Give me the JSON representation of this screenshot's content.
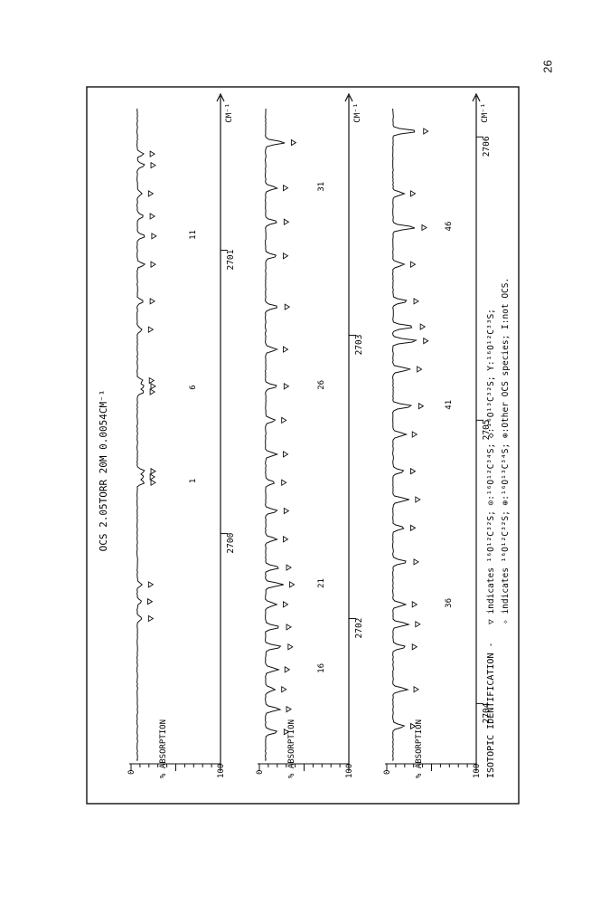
{
  "page": {
    "number": "26"
  },
  "header": {
    "title": "OCS   2.05TORR   20M   0.0054CM⁻¹"
  },
  "legend": {
    "heading": "ISOTOPIC IDENTIFICATION -",
    "line1": "▽ indicates ¹⁶O¹²C³²S;   ⊙:¹⁶O¹²C³⁴S;   ◇:¹⁶O¹³C³²S;   Y:¹⁶O¹²C³³S;",
    "line2": "✧ indicates ¹⁶O¹²C³²S;   ⊕:¹⁶O¹³C³⁴S;   ⊕:Other OCS species;   I:not OCS."
  },
  "axis": {
    "unit": "CM⁻¹",
    "ylabel": "% ABSORPTION",
    "ytick_min": "0",
    "ytick_max": "100"
  },
  "chart_data": [
    {
      "type": "line",
      "panel": "top",
      "xlabel": "CM⁻¹",
      "ylabel": "% ABSORPTION",
      "ylim": [
        0,
        100
      ],
      "ticks": [
        {
          "x": 2700,
          "label": "2700"
        },
        {
          "x": 2701,
          "label": "2701"
        }
      ],
      "xlim": [
        2699.2,
        2701.5
      ],
      "peaks": [
        {
          "x": 2699.7,
          "y": 6
        },
        {
          "x": 2699.76,
          "y": 5
        },
        {
          "x": 2699.82,
          "y": 6
        },
        {
          "x": 2700.18,
          "y": 9
        },
        {
          "x": 2700.2,
          "y": 8
        },
        {
          "x": 2700.22,
          "y": 9
        },
        {
          "x": 2700.5,
          "y": 8
        },
        {
          "x": 2700.52,
          "y": 9
        },
        {
          "x": 2700.54,
          "y": 7
        },
        {
          "x": 2700.72,
          "y": 6
        },
        {
          "x": 2700.82,
          "y": 8
        },
        {
          "x": 2700.95,
          "y": 9
        },
        {
          "x": 2701.05,
          "y": 10
        },
        {
          "x": 2701.12,
          "y": 8
        },
        {
          "x": 2701.2,
          "y": 6
        },
        {
          "x": 2701.3,
          "y": 9
        },
        {
          "x": 2701.34,
          "y": 8
        }
      ],
      "line_labels": [
        {
          "x": 2700.19,
          "label": "1"
        },
        {
          "x": 2700.52,
          "label": "6"
        },
        {
          "x": 2701.05,
          "label": "11"
        }
      ]
    },
    {
      "type": "line",
      "panel": "middle",
      "xlabel": "CM⁻¹",
      "ylabel": "% ABSORPTION",
      "ylim": [
        0,
        100
      ],
      "ticks": [
        {
          "x": 2702,
          "label": "2702"
        },
        {
          "x": 2703,
          "label": "2703"
        }
      ],
      "xlim": [
        2701.5,
        2703.8
      ],
      "peaks": [
        {
          "x": 2701.6,
          "y": 15
        },
        {
          "x": 2701.68,
          "y": 18
        },
        {
          "x": 2701.75,
          "y": 12
        },
        {
          "x": 2701.82,
          "y": 16
        },
        {
          "x": 2701.9,
          "y": 20
        },
        {
          "x": 2701.97,
          "y": 18
        },
        {
          "x": 2702.05,
          "y": 14
        },
        {
          "x": 2702.12,
          "y": 22
        },
        {
          "x": 2702.18,
          "y": 18
        },
        {
          "x": 2702.28,
          "y": 14
        },
        {
          "x": 2702.38,
          "y": 15
        },
        {
          "x": 2702.48,
          "y": 12
        },
        {
          "x": 2702.58,
          "y": 14
        },
        {
          "x": 2702.7,
          "y": 12
        },
        {
          "x": 2702.82,
          "y": 15
        },
        {
          "x": 2702.95,
          "y": 14
        },
        {
          "x": 2703.1,
          "y": 16
        },
        {
          "x": 2703.28,
          "y": 14
        },
        {
          "x": 2703.4,
          "y": 15
        },
        {
          "x": 2703.52,
          "y": 14
        },
        {
          "x": 2703.68,
          "y": 24
        }
      ],
      "line_labels": [
        {
          "x": 2701.82,
          "label": "16"
        },
        {
          "x": 2702.12,
          "label": "21"
        },
        {
          "x": 2702.82,
          "label": "26"
        },
        {
          "x": 2703.52,
          "label": "31"
        }
      ]
    },
    {
      "type": "line",
      "panel": "bottom",
      "xlabel": "CM⁻¹",
      "ylabel": "% ABSORPTION",
      "ylim": [
        0,
        100
      ],
      "ticks": [
        {
          "x": 2704,
          "label": "2704"
        },
        {
          "x": 2705,
          "label": "2705"
        },
        {
          "x": 2706,
          "label": "2706"
        }
      ],
      "xlim": [
        2703.8,
        2706.1
      ],
      "peaks": [
        {
          "x": 2703.92,
          "y": 14
        },
        {
          "x": 2704.05,
          "y": 18
        },
        {
          "x": 2704.2,
          "y": 16
        },
        {
          "x": 2704.28,
          "y": 20
        },
        {
          "x": 2704.35,
          "y": 16
        },
        {
          "x": 2704.5,
          "y": 18
        },
        {
          "x": 2704.62,
          "y": 14
        },
        {
          "x": 2704.72,
          "y": 20
        },
        {
          "x": 2704.82,
          "y": 14
        },
        {
          "x": 2704.95,
          "y": 16
        },
        {
          "x": 2705.05,
          "y": 24
        },
        {
          "x": 2705.18,
          "y": 22
        },
        {
          "x": 2705.28,
          "y": 30
        },
        {
          "x": 2705.33,
          "y": 26
        },
        {
          "x": 2705.42,
          "y": 18
        },
        {
          "x": 2705.55,
          "y": 14
        },
        {
          "x": 2705.68,
          "y": 28
        },
        {
          "x": 2705.8,
          "y": 14
        },
        {
          "x": 2706.02,
          "y": 30
        }
      ],
      "line_labels": [
        {
          "x": 2704.35,
          "label": "36"
        },
        {
          "x": 2705.05,
          "label": "41"
        },
        {
          "x": 2705.68,
          "label": "46"
        }
      ]
    }
  ]
}
